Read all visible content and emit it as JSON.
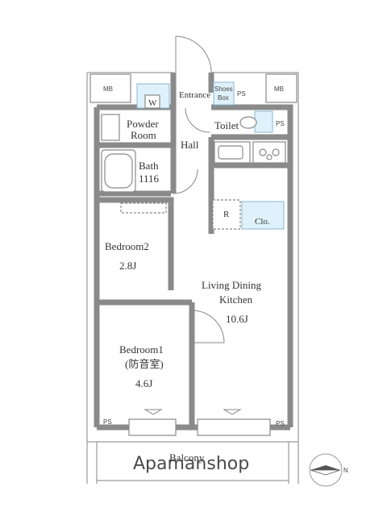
{
  "rooms": {
    "entrance": "Entrance",
    "shoes": "Shoes",
    "box": "Box",
    "toilet": "Toilet",
    "powder_room_line1": "Powder",
    "powder_room_line2": "Room",
    "hall": "Hall",
    "bath_name": "Bath",
    "bath_size": "1116",
    "bedroom2_name": "Bedroom2",
    "bedroom2_size": "2.8J",
    "ldk_line1": "Living Dining",
    "ldk_line2": "Kitchen",
    "ldk_size": "10.6J",
    "bedroom1_name": "Bedroom1",
    "bedroom1_note": "(防音室)",
    "bedroom1_size": "4.6J",
    "balcony": "Balcony"
  },
  "fixtures": {
    "washer": "W",
    "refrigerator": "R",
    "closet": "Clo."
  },
  "marks": {
    "mb_left": "MB",
    "mb_right": "MB",
    "ps_entrance": "PS",
    "ps_toilet": "PS",
    "ps_bottom_left": "PS",
    "ps_bottom_right": "PS"
  },
  "compass": {
    "label": "N"
  },
  "watermark": "Apamanshop"
}
